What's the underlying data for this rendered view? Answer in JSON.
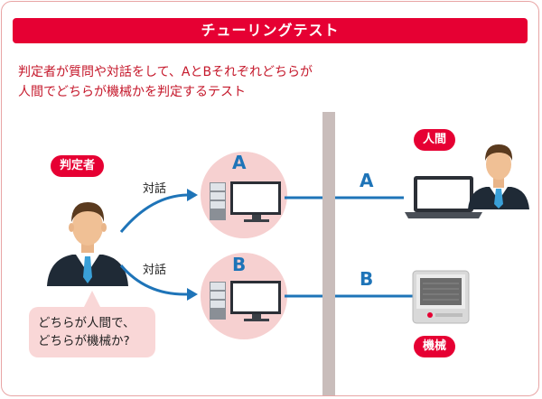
{
  "title": "チューリングテスト",
  "description": {
    "line1": "判定者が質問や対話をして、AとBそれぞれどちらが",
    "line2": "人間でどちらが機械かを判定するテスト"
  },
  "judge": {
    "tag": "判定者",
    "bubble_line1": "どちらが人間で、",
    "bubble_line2": "どちらが機械か?"
  },
  "conversations": {
    "top_label": "対話",
    "bottom_label": "対話"
  },
  "terminals": {
    "a_label": "A",
    "b_label": "B"
  },
  "lines": {
    "a_label": "A",
    "b_label": "B"
  },
  "human": {
    "tag": "人間"
  },
  "machine": {
    "tag": "機械"
  },
  "colors": {
    "accent_red": "#e60033",
    "line_blue": "#1e74b8",
    "circle_pink": "#f6d0d0",
    "wall_gray": "#c9bdbb"
  }
}
